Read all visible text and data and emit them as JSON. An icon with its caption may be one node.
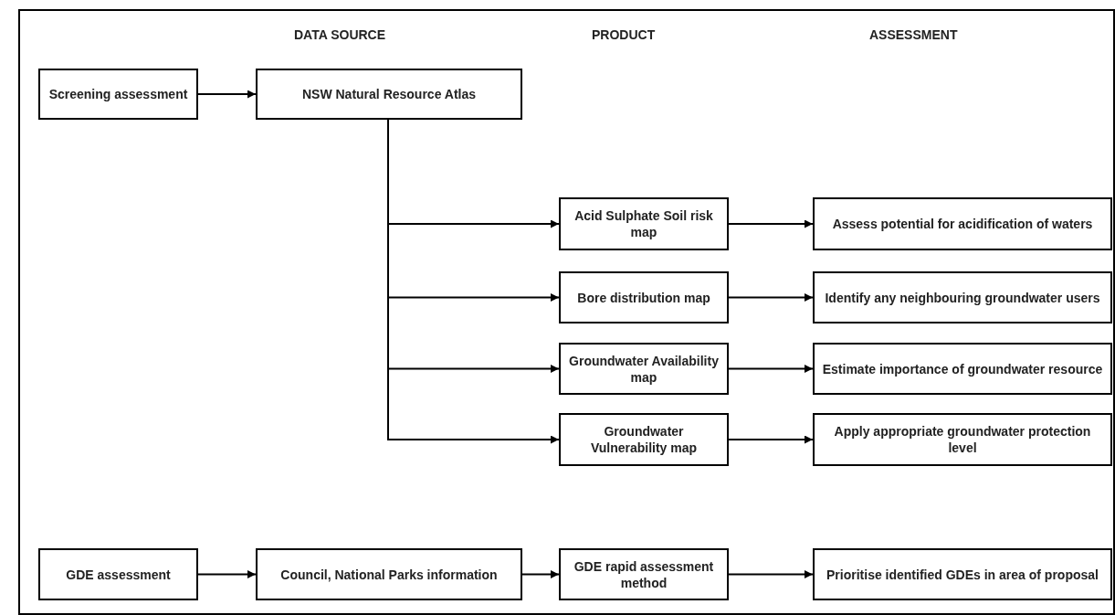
{
  "diagram": {
    "nodes": [
      {
        "text": [
          "Screening assessment"
        ]
      },
      {
        "text": [
          "NSW Natural Resource Atlas"
        ]
      },
      {
        "text": [
          "Acid Sulphate Soil risk map"
        ]
      },
      {
        "text": [
          "Assess potential for acidification of waters"
        ]
      },
      {
        "text": [
          "Bore distribution map"
        ]
      },
      {
        "text": [
          "Identify any neighbouring groundwater users"
        ]
      },
      {
        "text": [
          "Groundwater Availability map"
        ]
      },
      {
        "text": [
          "Estimate importance of groundwater resource"
        ]
      },
      {
        "text": [
          "Groundwater Vulnerability map"
        ]
      },
      {
        "text": [
          "Apply appropriate groundwater protection level"
        ]
      },
      {
        "text": [
          "GDE assessment"
        ]
      },
      {
        "text": [
          "Council, National Parks information"
        ]
      },
      {
        "text": [
          "GDE rapid assessment method"
        ]
      },
      {
        "text": [
          "Prioritise identified GDEs in area of proposal"
        ]
      }
    ],
    "edges": [
      {
        "from": 0,
        "to": 1,
        "arrow": "to"
      },
      {
        "from": 1,
        "to": 2,
        "arrow": "to"
      },
      {
        "from": 1,
        "to": 4,
        "arrow": "to"
      },
      {
        "from": 1,
        "to": 6,
        "arrow": "to"
      },
      {
        "from": 1,
        "to": 8,
        "arrow": "to"
      },
      {
        "from": 2,
        "to": 3,
        "arrow": "to"
      },
      {
        "from": 4,
        "to": 5,
        "arrow": "to"
      },
      {
        "from": 6,
        "to": 7,
        "arrow": "to"
      },
      {
        "from": 8,
        "to": 9,
        "arrow": "to"
      },
      {
        "from": 10,
        "to": 11,
        "arrow": "to"
      },
      {
        "from": 11,
        "to": 12,
        "arrow": "to"
      },
      {
        "from": 12,
        "to": 13,
        "arrow": "to"
      }
    ],
    "labels": [
      "DATA SOURCE",
      "PRODUCT",
      "ASSESSMENT"
    ]
  }
}
